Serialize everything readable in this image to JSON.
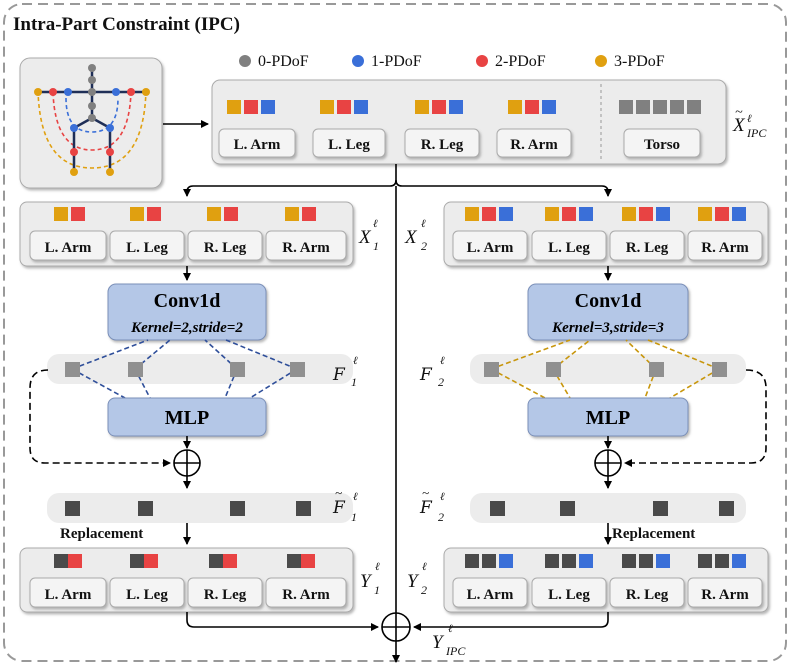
{
  "title": "Intra-Part Constraint  (IPC)",
  "legend": [
    {
      "label": "0-PDoF",
      "color": "#808080"
    },
    {
      "label": "1-PDoF",
      "color": "#3a6fd8"
    },
    {
      "label": "2-PDoF",
      "color": "#e84343"
    },
    {
      "label": "3-PDoF",
      "color": "#e0a010"
    }
  ],
  "top_parts": [
    "L. Arm",
    "L. Leg",
    "R. Leg",
    "R. Arm",
    "Torso"
  ],
  "top_label": {
    "base": "X",
    "sup": "ℓ",
    "sub": "IPC"
  },
  "left_branch": {
    "parts": [
      "L. Arm",
      "L. Leg",
      "R. Leg",
      "R. Arm"
    ],
    "input_label": {
      "base": "X",
      "sup": "ℓ",
      "sub": "1"
    },
    "conv_title": "Conv1d",
    "conv_params": "Kernel=2,stride=2",
    "feature_label": {
      "base": "F",
      "sup": "ℓ",
      "sub": "1"
    },
    "mlp": "MLP",
    "refined_label": {
      "base": "F",
      "sup": "ℓ",
      "sub": "1"
    },
    "replacement": "Replacement",
    "output_parts": [
      "L. Arm",
      "L. Leg",
      "R. Leg",
      "R. Arm"
    ],
    "output_label": {
      "base": "Y",
      "sup": "ℓ",
      "sub": "1"
    }
  },
  "right_branch": {
    "parts": [
      "L. Arm",
      "L. Leg",
      "R. Leg",
      "R. Arm"
    ],
    "input_label": {
      "base": "X",
      "sup": "ℓ",
      "sub": "2"
    },
    "conv_title": "Conv1d",
    "conv_params": "Kernel=3,stride=3",
    "feature_label": {
      "base": "F",
      "sup": "ℓ",
      "sub": "2"
    },
    "mlp": "MLP",
    "refined_label": {
      "base": "F",
      "sup": "ℓ",
      "sub": "2"
    },
    "replacement": "Replacement",
    "output_parts": [
      "L. Arm",
      "L. Leg",
      "R. Leg",
      "R. Arm"
    ],
    "output_label": {
      "base": "Y",
      "sup": "ℓ",
      "sub": "2"
    }
  },
  "final_label": {
    "base": "Y",
    "sup": "ℓ",
    "sub": "IPC"
  },
  "colors": {
    "gray": "#808080",
    "blue": "#3a6fd8",
    "red": "#e84343",
    "gold": "#e0a010",
    "dark": "#4a4a4a",
    "conv_fill": "#b4c7e7",
    "panel": "#ececec"
  }
}
